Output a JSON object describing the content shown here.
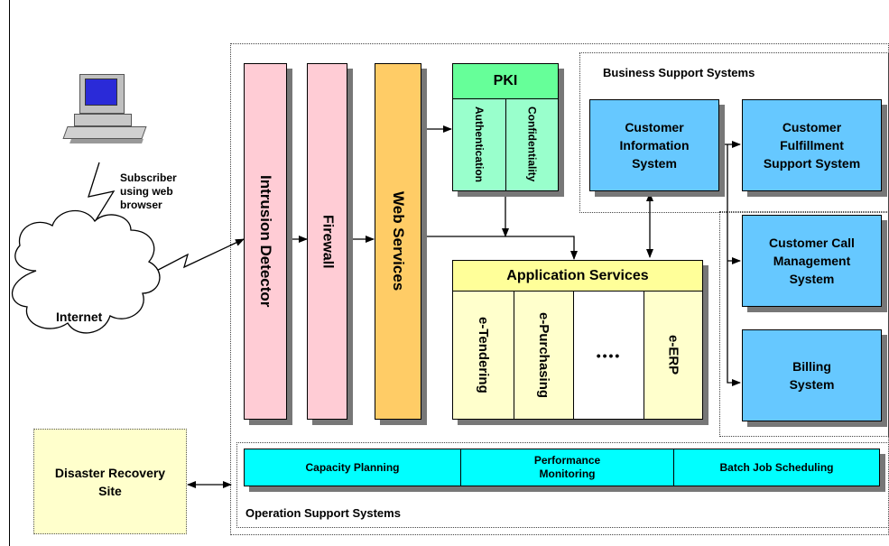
{
  "subscriber": "Subscriber\nusing web\nbrowser",
  "internet": "Internet",
  "intrusion_detector": "Intrusion Detector",
  "firewall": "Firewall",
  "web_services": "Web Services",
  "pki": {
    "title": "PKI",
    "authentication": "Authentication",
    "confidentiality": "Confidentiality"
  },
  "business_support": {
    "title": "Business Support Systems",
    "cis": "Customer\nInformation\nSystem",
    "cfss": "Customer\nFulfillment\nSupport System",
    "ccms": "Customer Call\nManagement\nSystem",
    "billing": "Billing\nSystem"
  },
  "app_services": {
    "title": "Application Services",
    "modules": [
      "e-Tendering",
      "e-Purchasing",
      "••••",
      "e-ERP"
    ]
  },
  "operation_support": {
    "title": "Operation Support Systems",
    "items": [
      "Capacity Planning",
      "Performance\nMonitoring",
      "Batch Job Scheduling"
    ]
  },
  "disaster_recovery": "Disaster Recovery\nSite",
  "colors": {
    "pink": "#ffccd5",
    "orange": "#ffcc66",
    "green": "#99ffcc",
    "yellow": "#ffffcc",
    "blue": "#66c8ff",
    "cyan": "#00ffff",
    "dr_yellow": "#ffffcc"
  }
}
